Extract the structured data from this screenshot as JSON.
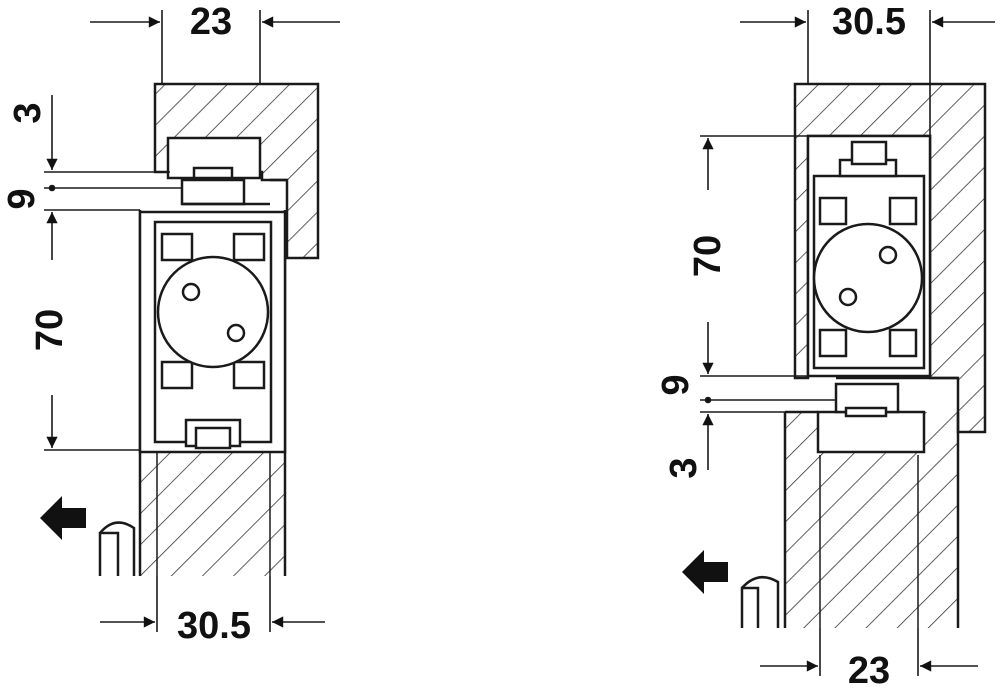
{
  "left_view": {
    "dim_top": "23",
    "dim_bottom": "30.5",
    "dim_a": "3",
    "dim_b": "9",
    "dim_c": "70"
  },
  "right_view": {
    "dim_top": "30.5",
    "dim_bottom": "23",
    "dim_a": "3",
    "dim_b": "9",
    "dim_c": "70"
  },
  "colors": {
    "stroke": "#1a1a1a",
    "hatch": "#555555",
    "background": "#ffffff"
  }
}
